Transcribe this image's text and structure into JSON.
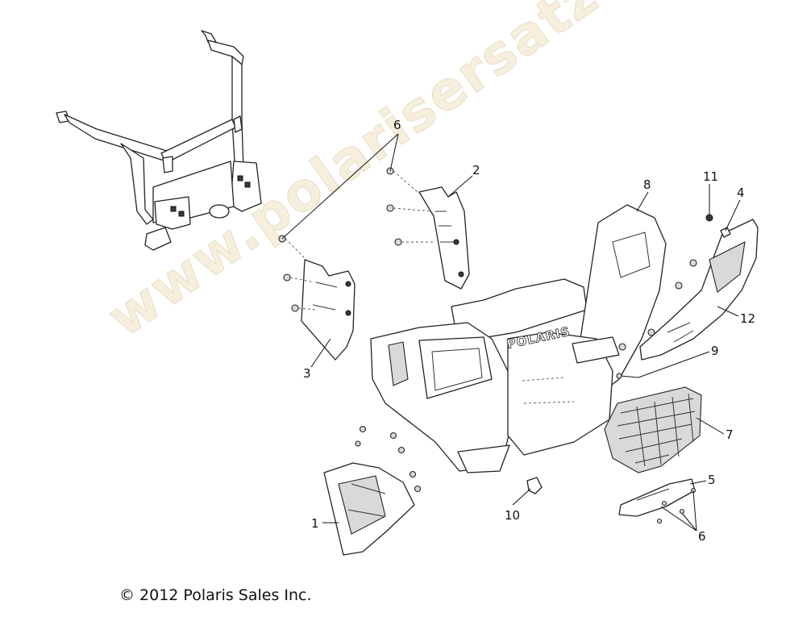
{
  "watermark": "www.polarisersatzteile.de",
  "copyright": "© 2012 Polaris Sales Inc.",
  "logo_text": "POLARIS",
  "callouts": {
    "c1": "1",
    "c2": "2",
    "c3": "3",
    "c4": "4",
    "c5": "5",
    "c6a": "6",
    "c6b": "6",
    "c7": "7",
    "c8": "8",
    "c9": "9",
    "c10": "10",
    "c11": "11",
    "c12": "12"
  }
}
